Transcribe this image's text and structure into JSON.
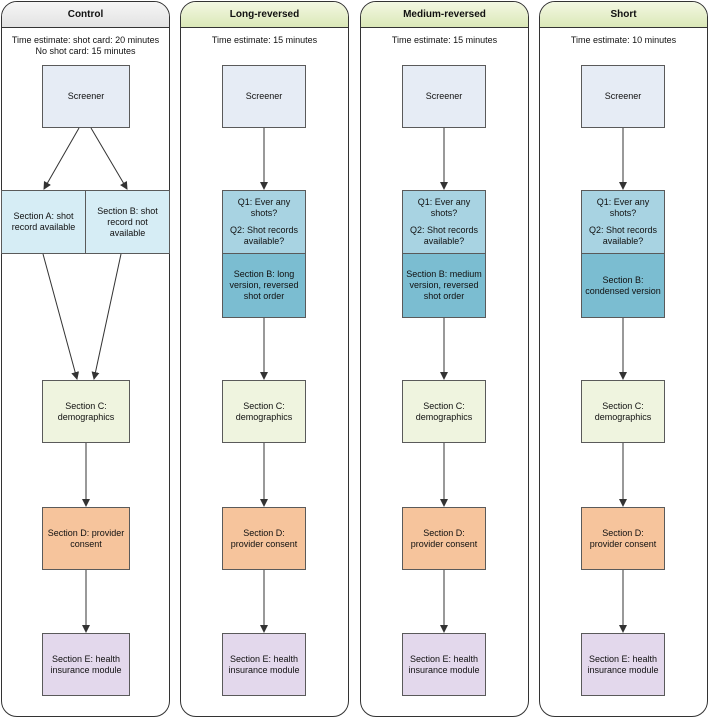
{
  "panels": {
    "control": {
      "title": "Control",
      "time_line1": "Time estimate: shot card: 20 minutes",
      "time_line2": "No shot card: 15 minutes",
      "screener": "Screener",
      "section_a": "Section A: shot record available",
      "section_b": "Section B: shot record not available",
      "section_c": "Section C: demographics",
      "section_d": "Section D: provider consent",
      "section_e": "Section E: health insurance module"
    },
    "long_reversed": {
      "title": "Long-reversed",
      "time": "Time estimate: 15 minutes",
      "screener": "Screener",
      "q1": "Q1: Ever any shots?",
      "q2": "Q2: Shot records available?",
      "section_b": "Section B: long version, reversed shot order",
      "section_c": "Section C: demographics",
      "section_d": "Section D: provider consent",
      "section_e": "Section E: health insurance module"
    },
    "medium_reversed": {
      "title": "Medium-reversed",
      "time": "Time estimate: 15 minutes",
      "screener": "Screener",
      "q1": "Q1: Ever any shots?",
      "q2": "Q2: Shot records available?",
      "section_b": "Section B: medium version, reversed shot order",
      "section_c": "Section C: demographics",
      "section_d": "Section D: provider consent",
      "section_e": "Section E: health insurance module"
    },
    "short": {
      "title": "Short",
      "time": "Time estimate: 10 minutes",
      "screener": "Screener",
      "q1": "Q1: Ever any shots?",
      "q2": "Q2: Shot records available?",
      "section_b": "Section B: condensed version",
      "section_c": "Section C: demographics",
      "section_d": "Section D: provider consent",
      "section_e": "Section E: health insurance module"
    }
  }
}
